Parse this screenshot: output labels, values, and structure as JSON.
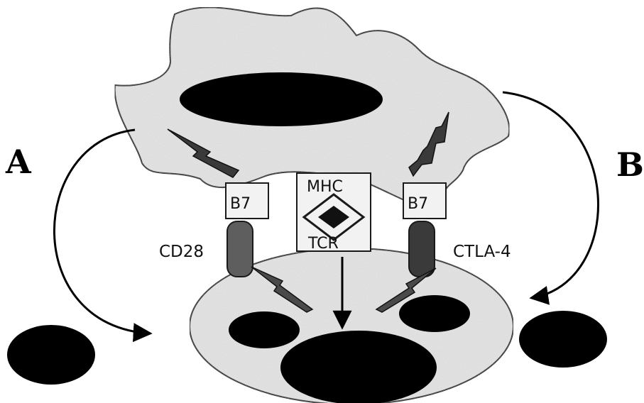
{
  "labels": {
    "panel_a": "A",
    "panel_b": "B",
    "b7_left": "B7",
    "b7_right": "B7",
    "mhc": "MHC",
    "tcr": "TCR",
    "cd28": "CD28",
    "ctla4": "CTLA-4"
  },
  "colors": {
    "cell_fill": "#e4e4e4",
    "outline": "#1a1a1a",
    "nucleus": "#000000",
    "receptor_dark": "#3a3a3a",
    "receptor_mid": "#5e5e5e"
  }
}
